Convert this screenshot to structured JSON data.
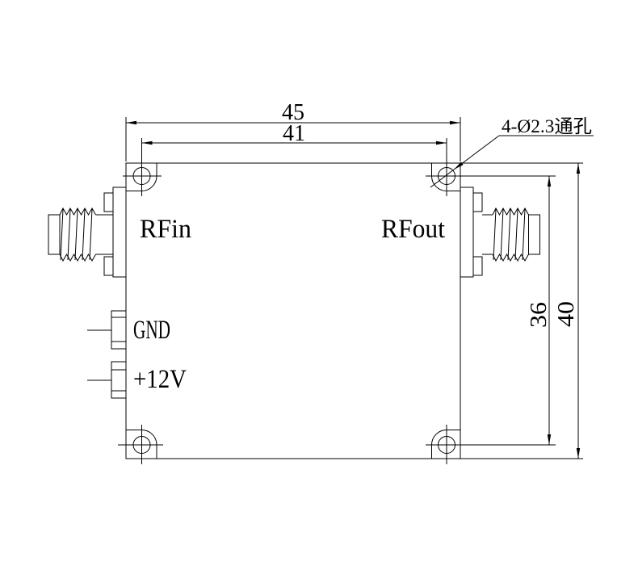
{
  "colors": {
    "line": "#000000",
    "background": "#ffffff"
  },
  "ports": {
    "rf_in": "RFin",
    "rf_out": "RFout"
  },
  "terminals": {
    "ground": "GND",
    "power": "+12V"
  },
  "dimensions": {
    "outer_width": "45",
    "hole_pitch_width": "41",
    "hole_pitch_height": "36",
    "outer_height": "40"
  },
  "callout": {
    "mounting_holes": "4-Ø2.3通孔"
  }
}
